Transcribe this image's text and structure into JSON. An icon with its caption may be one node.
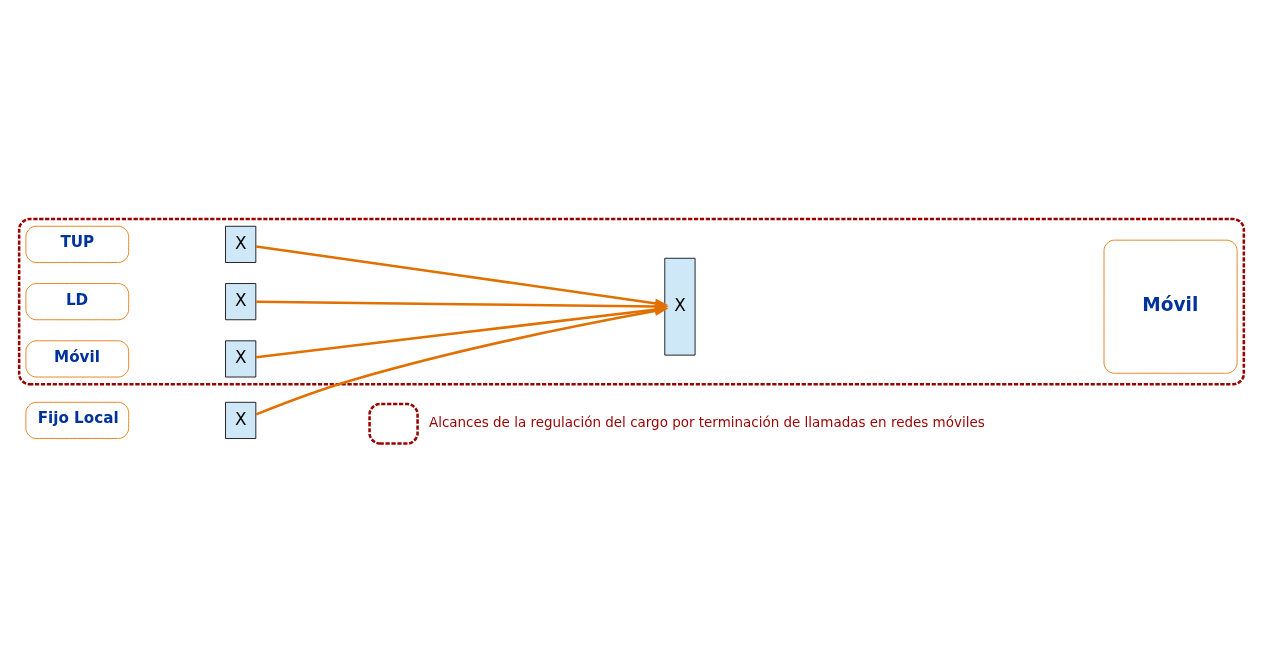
{
  "diagram": {
    "nodes": [
      {
        "text": [],
        "shape": "ellipse"
      },
      {
        "text": [
          "TUP"
        ],
        "in": 0
      },
      {
        "text": [
          "X"
        ],
        "in": 0
      },
      {
        "text": [
          "LD"
        ],
        "in": 0
      },
      {
        "text": [
          "X"
        ],
        "in": 0
      },
      {
        "text": [
          "Móvil"
        ],
        "in": 0
      },
      {
        "text": [
          "X"
        ],
        "in": 0
      },
      {
        "text": [
          "X"
        ],
        "in": 0
      },
      {
        "text": [
          "Móvil"
        ],
        "in": 0
      },
      {
        "text": [
          "Fijo Local"
        ]
      },
      {
        "text": [
          "X"
        ]
      }
    ],
    "edges": [
      {
        "from": 2,
        "to": 7,
        "arrow": "to"
      },
      {
        "from": 4,
        "to": 7,
        "arrow": "to"
      },
      {
        "from": 6,
        "to": 7,
        "arrow": "to"
      },
      {
        "from": 10,
        "to": 7,
        "arrow": "to"
      }
    ],
    "legend": [
      {
        "text": "Alcances de la regulación del cargo por terminación de llamadas en redes móviles"
      }
    ]
  }
}
